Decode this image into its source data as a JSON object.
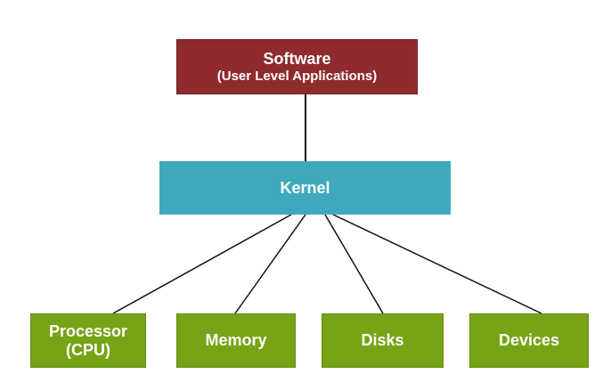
{
  "colors": {
    "software": "#8f2b2e",
    "kernel": "#3fa9bc",
    "hardware": "#77a416",
    "line": "#111111"
  },
  "software": {
    "title": "Software",
    "subtitle": "(User Level Applications)"
  },
  "kernel": {
    "title": "Kernel"
  },
  "hardware": [
    {
      "line1": "Processor",
      "line2": "(CPU)"
    },
    {
      "line1": "Memory",
      "line2": ""
    },
    {
      "line1": "Disks",
      "line2": ""
    },
    {
      "line1": "Devices",
      "line2": ""
    }
  ]
}
